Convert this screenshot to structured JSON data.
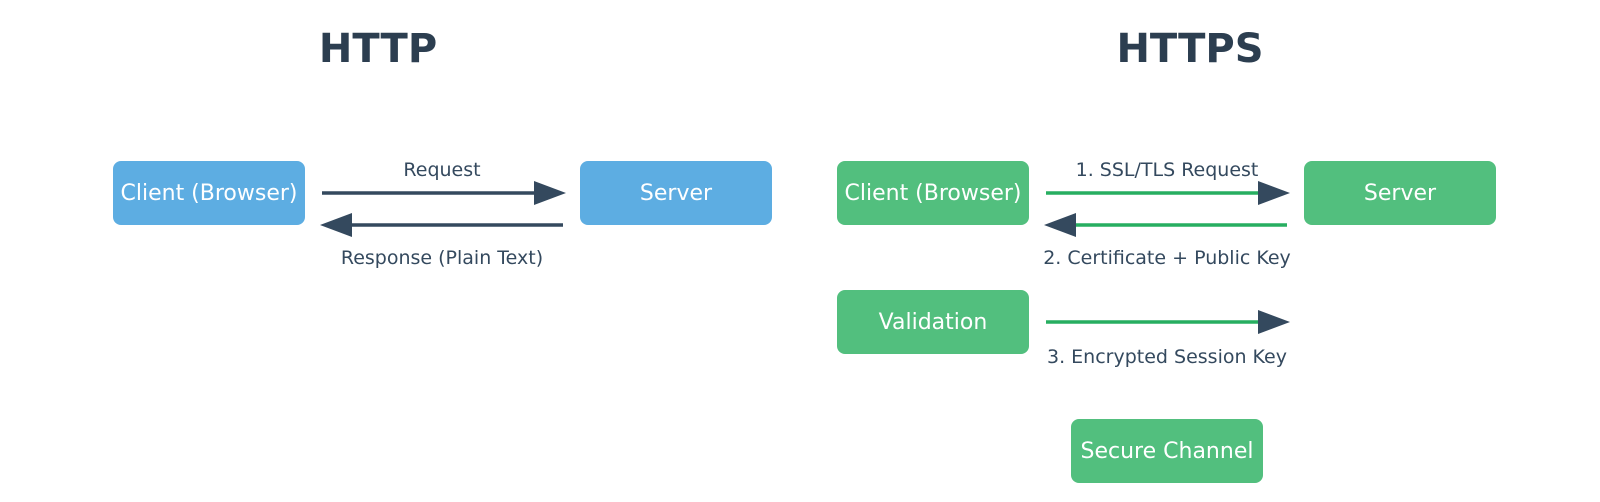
{
  "colors": {
    "http_box": "#5dade2",
    "https_box": "#52bf7e",
    "arrow_dark": "#34495e",
    "arrow_green": "#27ae60",
    "text_dark": "#2c3e50"
  },
  "http": {
    "title": "HTTP",
    "client": "Client (Browser)",
    "server": "Server",
    "request_label": "Request",
    "response_label": "Response (Plain Text)"
  },
  "https": {
    "title": "HTTPS",
    "client": "Client (Browser)",
    "server": "Server",
    "validation": "Validation",
    "secure_channel": "Secure Channel",
    "step1_label": "1. SSL/TLS Request",
    "step2_label": "2. Certificate + Public Key",
    "step3_label": "3. Encrypted Session Key"
  }
}
